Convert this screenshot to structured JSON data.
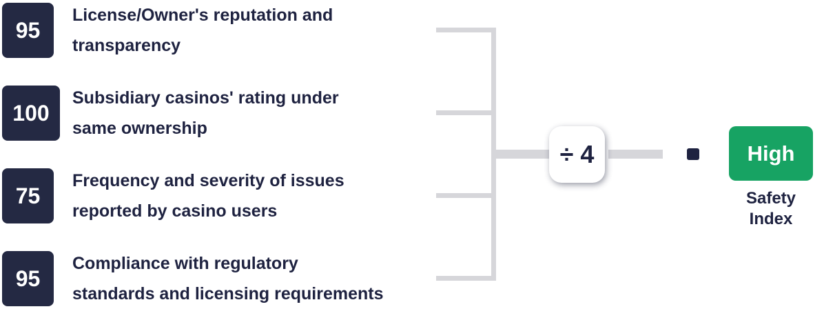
{
  "colors": {
    "box_navy": "#242943",
    "text_navy": "#1e2240",
    "line_gray": "#d6d6da",
    "green": "#17a363",
    "white": "#ffffff"
  },
  "rows": [
    {
      "score": "95",
      "label_line1": "License/Owner's reputation and",
      "label_line2": "transparency"
    },
    {
      "score": "100",
      "label_line1": "Subsidiary casinos' rating under",
      "label_line2": "same ownership"
    },
    {
      "score": "75",
      "label_line1": "Frequency and severity of issues",
      "label_line2": "reported by casino users"
    },
    {
      "score": "95",
      "label_line1": "Compliance with regulatory",
      "label_line2": "standards and licensing requirements"
    }
  ],
  "operation": {
    "divide_label": "÷ 4"
  },
  "result": {
    "badge_label": "High",
    "caption_line1": "Safety",
    "caption_line2": "Index"
  }
}
